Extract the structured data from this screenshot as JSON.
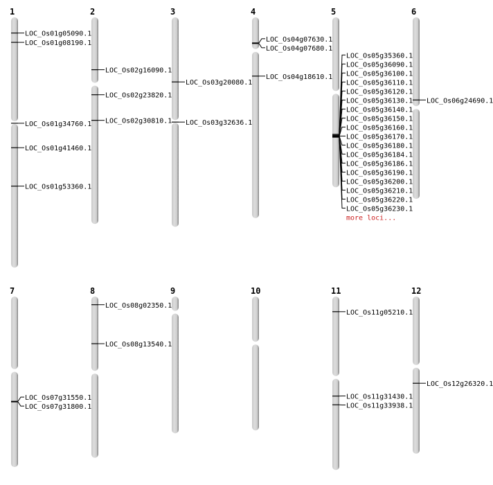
{
  "units": "Mb",
  "colors": {
    "chromosome": "#d4d4d4",
    "chromosome_edge": "#8a8a8a",
    "marker": "#000000",
    "more_link": "#cc2222"
  },
  "chromosomes": [
    {
      "name": "1",
      "length": 43.0,
      "centromere": 18.1,
      "loci": [
        {
          "id": "LOC_Os01g05090.1",
          "pos": 2.7
        },
        {
          "id": "LOC_Os01g08190.1",
          "pos": 4.3
        },
        {
          "id": "LOC_Os01g34760.1",
          "pos": 18.2
        },
        {
          "id": "LOC_Os01g41460.1",
          "pos": 22.4
        },
        {
          "id": "LOC_Os01g53360.1",
          "pos": 29.0
        }
      ]
    },
    {
      "name": "2",
      "length": 35.5,
      "centromere": 11.5,
      "loci": [
        {
          "id": "LOC_Os02g16090.1",
          "pos": 9.0
        },
        {
          "id": "LOC_Os02g23820.1",
          "pos": 13.3
        },
        {
          "id": "LOC_Os02g30810.1",
          "pos": 17.7
        }
      ]
    },
    {
      "name": "3",
      "length": 36.0,
      "centromere": 17.9,
      "loci": [
        {
          "id": "LOC_Os03g20080.1",
          "pos": 11.1
        },
        {
          "id": "LOC_Os03g32636.1",
          "pos": 18.0
        }
      ]
    },
    {
      "name": "4",
      "length": 34.5,
      "centromere": 5.7,
      "loci": [
        {
          "id": "LOC_Os04g07630.1",
          "pos": 4.4
        },
        {
          "id": "LOC_Os04g07680.1",
          "pos": 4.5
        },
        {
          "id": "LOC_Os04g18610.1",
          "pos": 10.1
        }
      ]
    },
    {
      "name": "5",
      "length": 29.2,
      "centromere": 12.9,
      "more": "more loci...",
      "loci": [
        {
          "id": "LOC_Os05g35360.1",
          "pos": 20.1
        },
        {
          "id": "LOC_Os05g36090.1",
          "pos": 20.3
        },
        {
          "id": "LOC_Os05g36100.1",
          "pos": 20.3
        },
        {
          "id": "LOC_Os05g36110.1",
          "pos": 20.3
        },
        {
          "id": "LOC_Os05g36120.1",
          "pos": 20.3
        },
        {
          "id": "LOC_Os05g36130.1",
          "pos": 20.3
        },
        {
          "id": "LOC_Os05g36140.1",
          "pos": 20.4
        },
        {
          "id": "LOC_Os05g36150.1",
          "pos": 20.4
        },
        {
          "id": "LOC_Os05g36160.1",
          "pos": 20.4
        },
        {
          "id": "LOC_Os05g36170.1",
          "pos": 20.4
        },
        {
          "id": "LOC_Os05g36180.1",
          "pos": 20.4
        },
        {
          "id": "LOC_Os05g36184.1",
          "pos": 20.5
        },
        {
          "id": "LOC_Os05g36186.1",
          "pos": 20.5
        },
        {
          "id": "LOC_Os05g36190.1",
          "pos": 20.5
        },
        {
          "id": "LOC_Os05g36200.1",
          "pos": 20.5
        },
        {
          "id": "LOC_Os05g36210.1",
          "pos": 20.5
        },
        {
          "id": "LOC_Os05g36220.1",
          "pos": 20.5
        },
        {
          "id": "LOC_Os05g36230.1",
          "pos": 20.6
        }
      ]
    },
    {
      "name": "6",
      "length": 31.2,
      "centromere": 15.5,
      "loci": [
        {
          "id": "LOC_Os06g24690.1",
          "pos": 14.2
        }
      ]
    },
    {
      "name": "7",
      "length": 29.3,
      "centromere": 12.7,
      "loci": [
        {
          "id": "LOC_Os07g31550.1",
          "pos": 18.0
        },
        {
          "id": "LOC_Os07g31800.1",
          "pos": 18.1
        }
      ]
    },
    {
      "name": "8",
      "length": 27.7,
      "centromere": 13.0,
      "loci": [
        {
          "id": "LOC_Os08g02350.1",
          "pos": 1.4
        },
        {
          "id": "LOC_Os08g13540.1",
          "pos": 8.1
        }
      ]
    },
    {
      "name": "9",
      "length": 23.5,
      "centromere": 2.7,
      "loci": []
    },
    {
      "name": "10",
      "length": 23.0,
      "centromere": 8.0,
      "loci": []
    },
    {
      "name": "11",
      "length": 29.8,
      "centromere": 13.9,
      "loci": [
        {
          "id": "LOC_Os11g05210.1",
          "pos": 2.6
        },
        {
          "id": "LOC_Os11g31430.1",
          "pos": 17.1
        },
        {
          "id": "LOC_Os11g33938.1",
          "pos": 18.6
        }
      ]
    },
    {
      "name": "12",
      "length": 27.0,
      "centromere": 12.0,
      "loci": [
        {
          "id": "LOC_Os12g26320.1",
          "pos": 14.9
        }
      ]
    }
  ]
}
